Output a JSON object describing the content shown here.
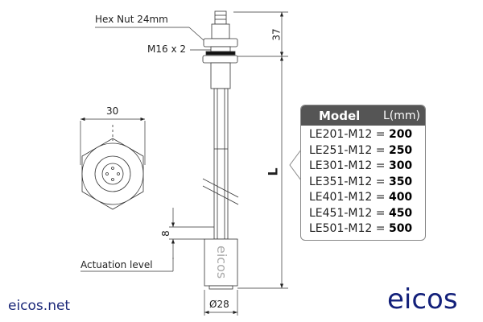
{
  "labels": {
    "hex_nut": "Hex Nut 24mm",
    "thread": "M16 x 2",
    "dim_top": "37",
    "dim_length": "L",
    "dim_width": "30",
    "dim_actuation": "8",
    "actuation_level": "Actuation level",
    "dim_diameter": "Ø28"
  },
  "table": {
    "header_model": "Model",
    "header_length": "L(mm)",
    "rows": [
      {
        "model": "LE201-M12 = ",
        "length": "200"
      },
      {
        "model": "LE251-M12 = ",
        "length": "250"
      },
      {
        "model": "LE301-M12 = ",
        "length": "300"
      },
      {
        "model": "LE351-M12 = ",
        "length": "350"
      },
      {
        "model": "LE401-M12 = ",
        "length": "400"
      },
      {
        "model": "LE451-M12 = ",
        "length": "450"
      },
      {
        "model": "LE501-M12 = ",
        "length": "500"
      }
    ]
  },
  "footer": {
    "website": "eicos.net",
    "logo": "eicos"
  },
  "colors": {
    "brand": "#13207a",
    "table_header": "#555555"
  }
}
